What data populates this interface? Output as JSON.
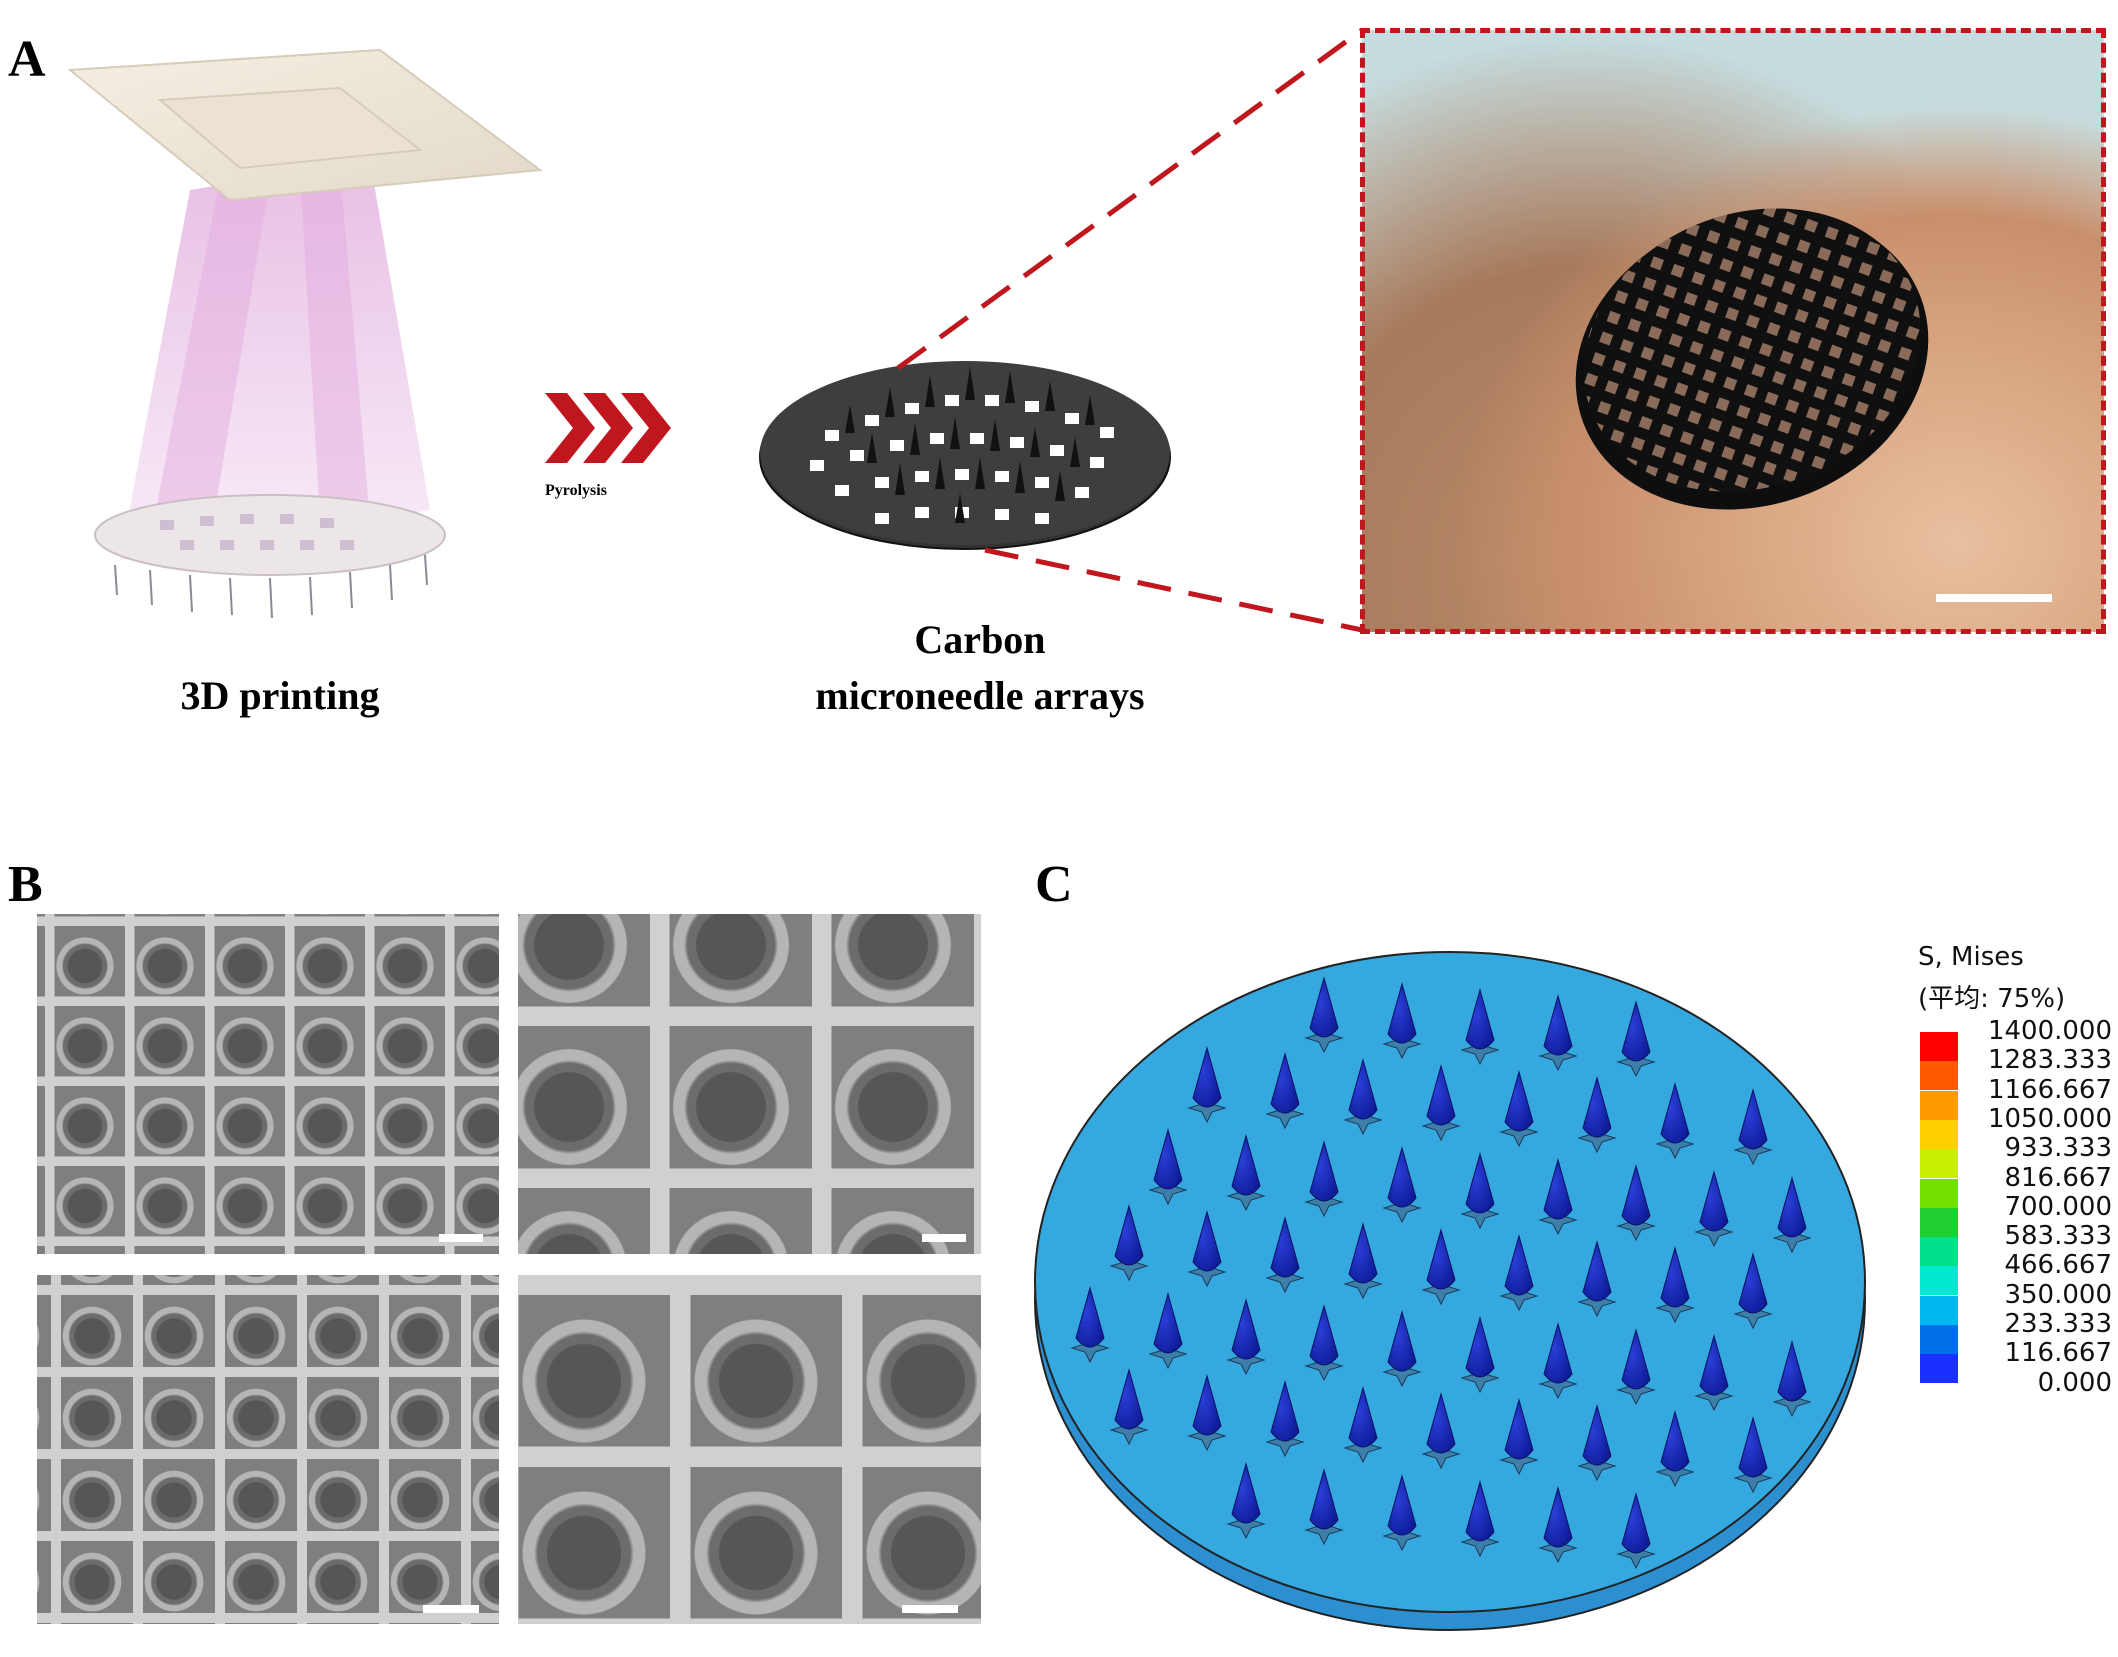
{
  "panels": {
    "a": {
      "label": "A",
      "printing_caption": "3D printing",
      "pyrolysis_label": "Pyrolysis",
      "array_caption_line1": "Carbon",
      "array_caption_line2": "microneedle arrays"
    },
    "b": {
      "label": "B"
    },
    "c": {
      "label": "C",
      "legend_title_line1": "S, Mises",
      "legend_title_line2": "(平均: 75%)",
      "legend_values": [
        "1400.000",
        "1283.333",
        "1166.667",
        "1050.000",
        "933.333",
        "816.667",
        "700.000",
        "583.333",
        "466.667",
        "350.000",
        "233.333",
        "116.667",
        "0.000"
      ],
      "legend_colors": [
        "#ff0000",
        "#ff5a00",
        "#ff9a00",
        "#ffd000",
        "#c8f000",
        "#74e000",
        "#20d030",
        "#00e08a",
        "#00e8d0",
        "#00b8f0",
        "#0070e8",
        "#1a30ff",
        "#0000e0"
      ]
    }
  },
  "colors": {
    "accent_red": "#c0161e",
    "sim_blue": "#35a8e0"
  }
}
